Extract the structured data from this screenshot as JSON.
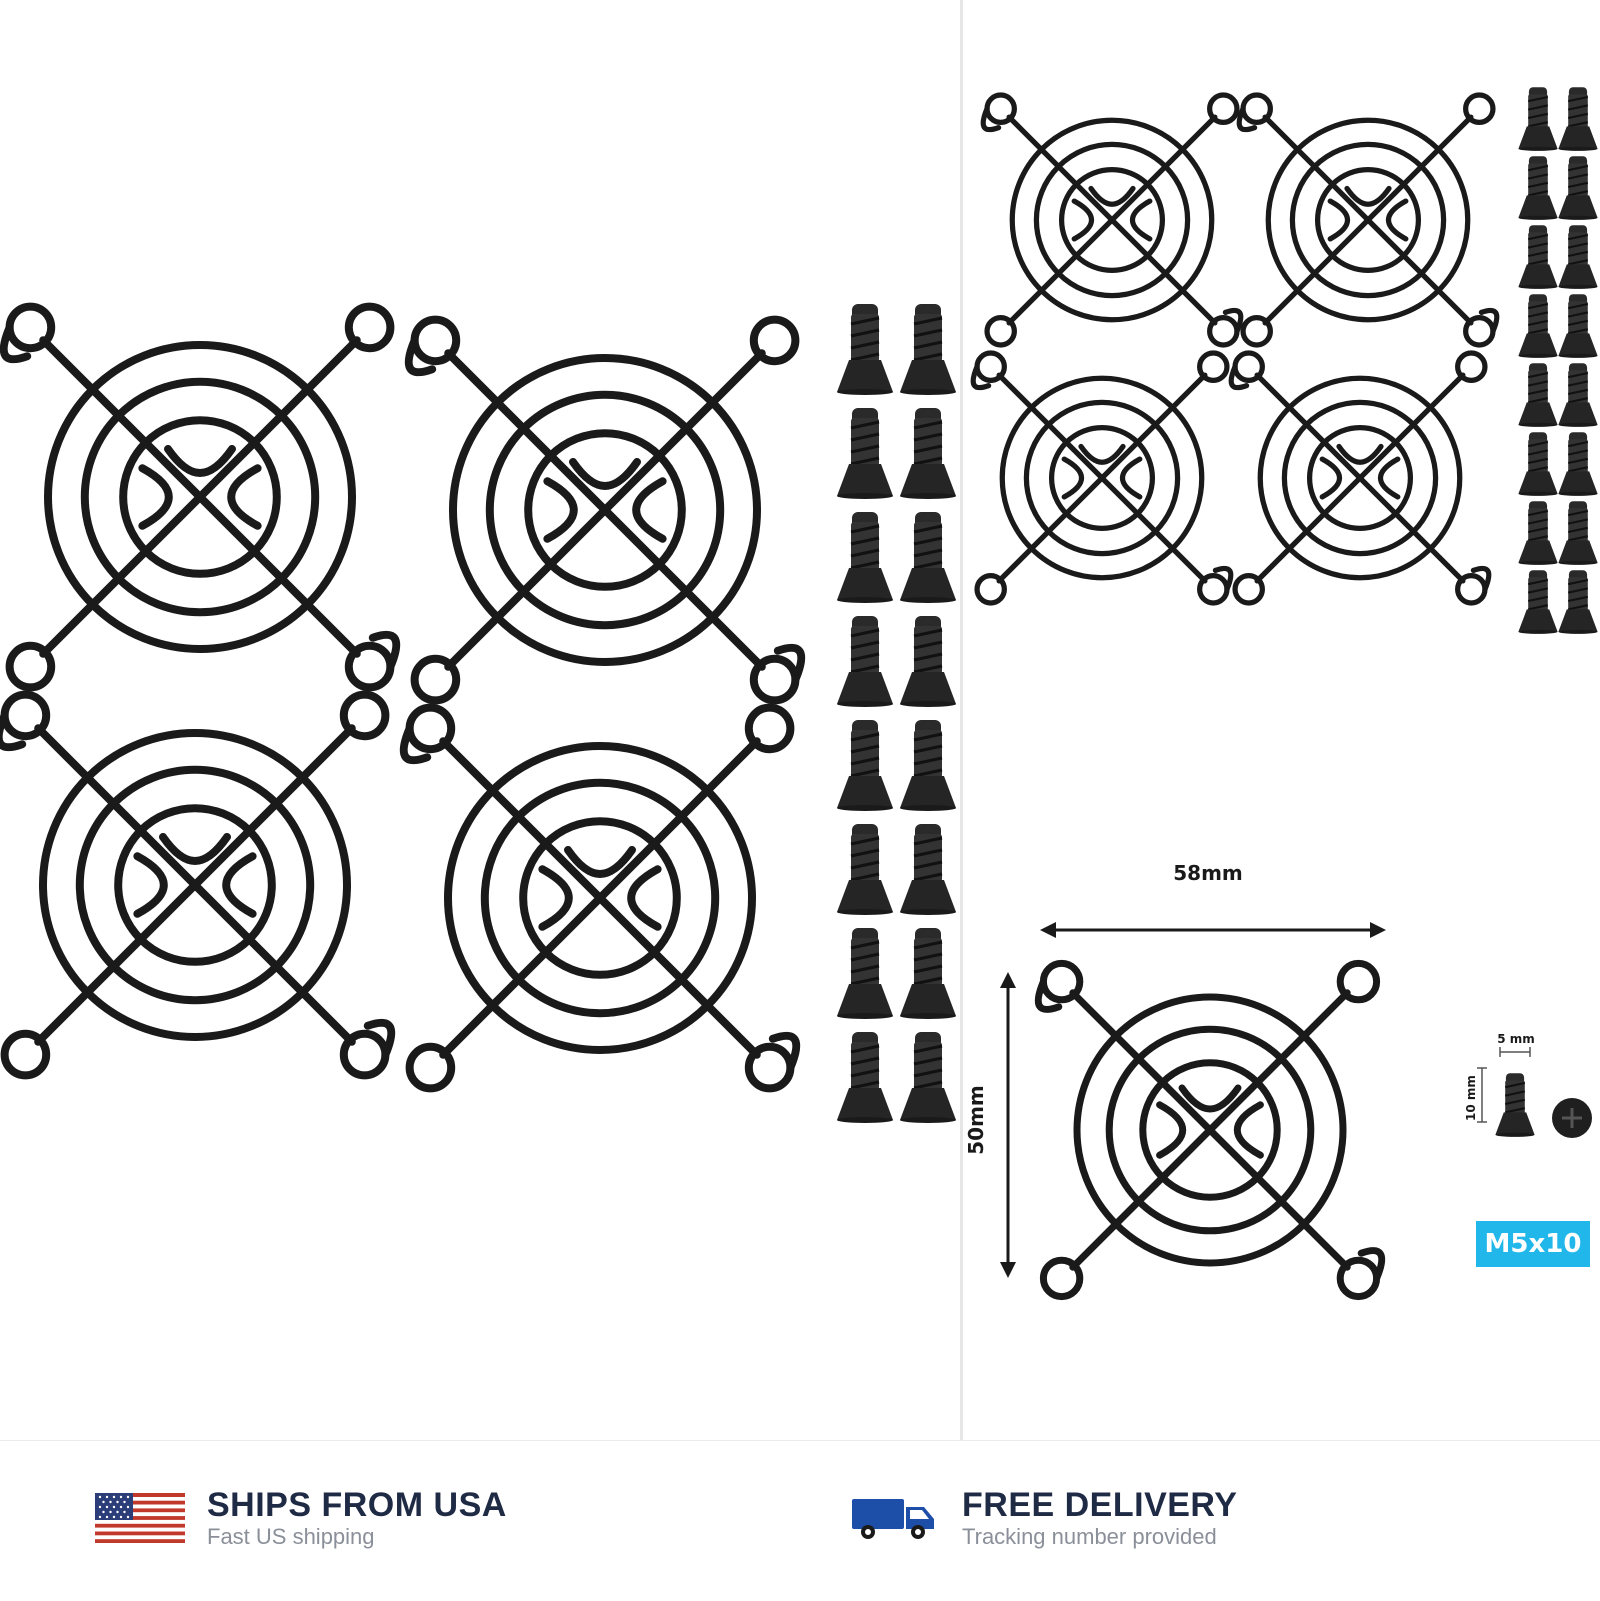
{
  "product_dimensions": {
    "width_label": "58mm",
    "height_label": "50mm",
    "screw_width_label": "5 mm",
    "screw_length_label": "10 mm",
    "screw_size_tag": "M5x10"
  },
  "footer": {
    "shipping": {
      "title": "SHIPS FROM USA",
      "subtitle": "Fast US shipping",
      "icon": "us-flag-icon"
    },
    "delivery": {
      "title": "FREE DELIVERY",
      "subtitle": "Tracking number provided",
      "icon": "delivery-truck-icon"
    }
  },
  "colors": {
    "accent_tag": "#21b7ea",
    "footer_title": "#1f2a44",
    "footer_subtitle": "#8a8f99"
  }
}
